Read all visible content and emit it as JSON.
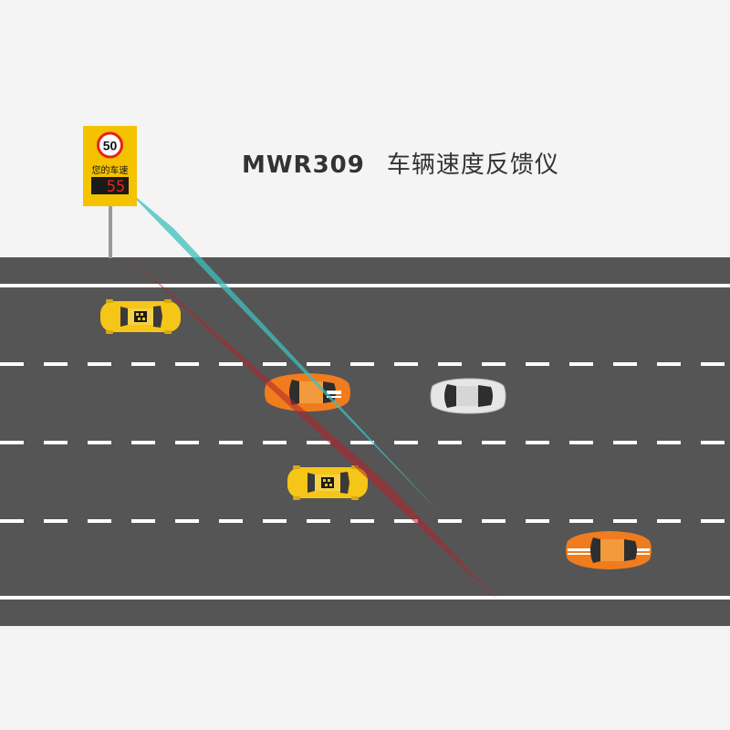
{
  "title": {
    "model": "MWR309",
    "description": "车辆速度反馈仪"
  },
  "sign": {
    "speed_limit": "50",
    "caption": "您的车速",
    "current_speed": "55"
  },
  "colors": {
    "background": "#f4f4f4",
    "road": "#555555",
    "lane_marking": "#ffffff",
    "sign_yellow": "#f5c200",
    "display_red": "#e8231a",
    "beam_cyan": "#3fbfbf",
    "beam_red": "#b5222b"
  },
  "vehicles": [
    {
      "type": "taxi",
      "color": "#f5c518",
      "icon": "taxi-icon"
    },
    {
      "type": "sports-car",
      "color": "#f07c1e",
      "icon": "sports-car-icon"
    },
    {
      "type": "sedan",
      "color": "#e6e6e6",
      "icon": "car-icon"
    },
    {
      "type": "taxi",
      "color": "#f5c518",
      "icon": "taxi-icon"
    },
    {
      "type": "sports-car",
      "color": "#f07c1e",
      "icon": "sports-car-icon"
    }
  ]
}
